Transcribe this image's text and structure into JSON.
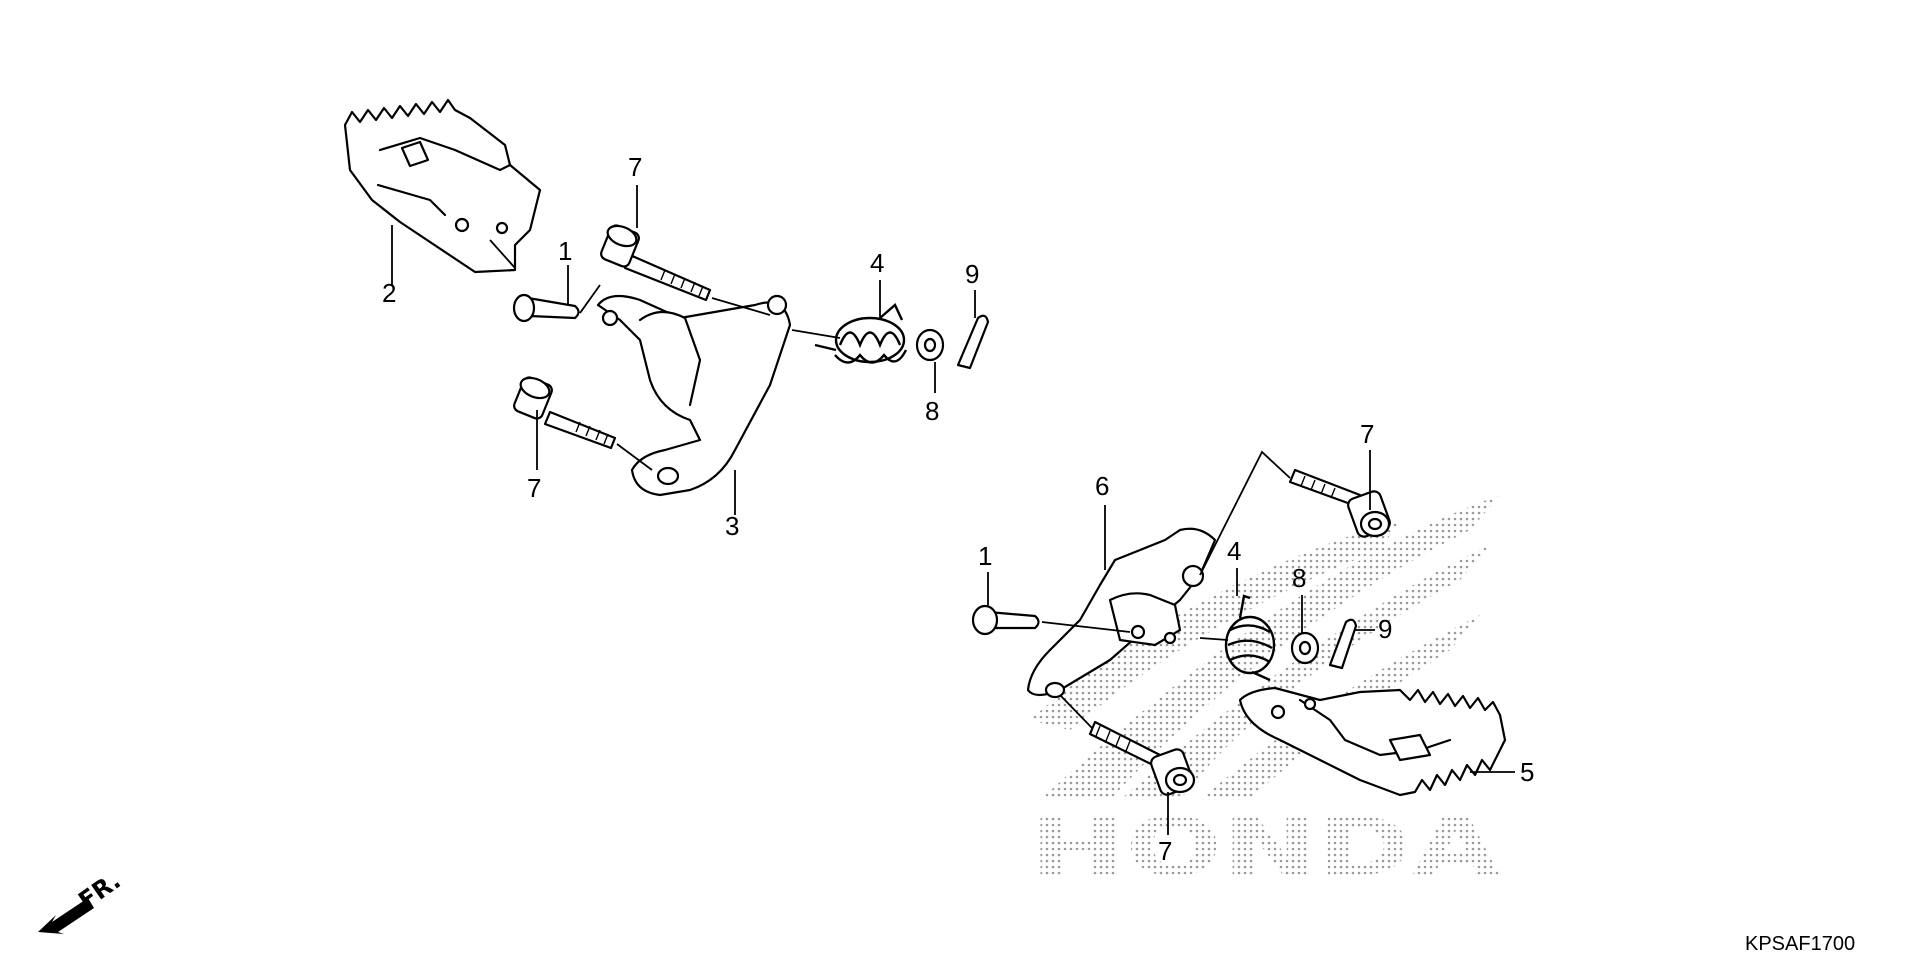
{
  "diagram": {
    "callouts": {
      "c1a": "1",
      "c2": "2",
      "c3": "3",
      "c4a": "4",
      "c7a": "7",
      "c7b": "7",
      "c8a": "8",
      "c9a": "9",
      "c1b": "1",
      "c4b": "4",
      "c5": "5",
      "c6": "6",
      "c7c": "7",
      "c7d": "7",
      "c8b": "8",
      "c9b": "9"
    },
    "direction_label": "FR.",
    "watermark": "HONDA",
    "figure_code": "KPSAF1700"
  },
  "colors": {
    "ink": "#000000",
    "background": "#ffffff",
    "watermark": "#9a9a9a"
  }
}
